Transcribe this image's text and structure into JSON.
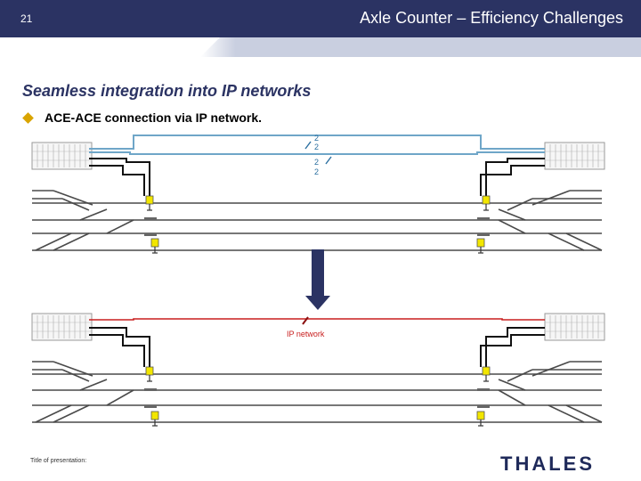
{
  "header": {
    "slide_number": "21",
    "title": "Axle Counter – Efficiency Challenges"
  },
  "subtitle": "Seamless integration into IP networks",
  "bullet": "ACE-ACE connection via IP network.",
  "diagram": {
    "top_labels": [
      "2",
      "2",
      "2",
      "2"
    ],
    "network_label": "IP network"
  },
  "footer": {
    "presentation_label": "Title of presentation:",
    "logo": "THALES"
  },
  "colors": {
    "header_bg": "#2b3363",
    "ip_link": "#c81e1e",
    "copper_link": "#6fa6c8",
    "bullet": "#d9a400"
  }
}
